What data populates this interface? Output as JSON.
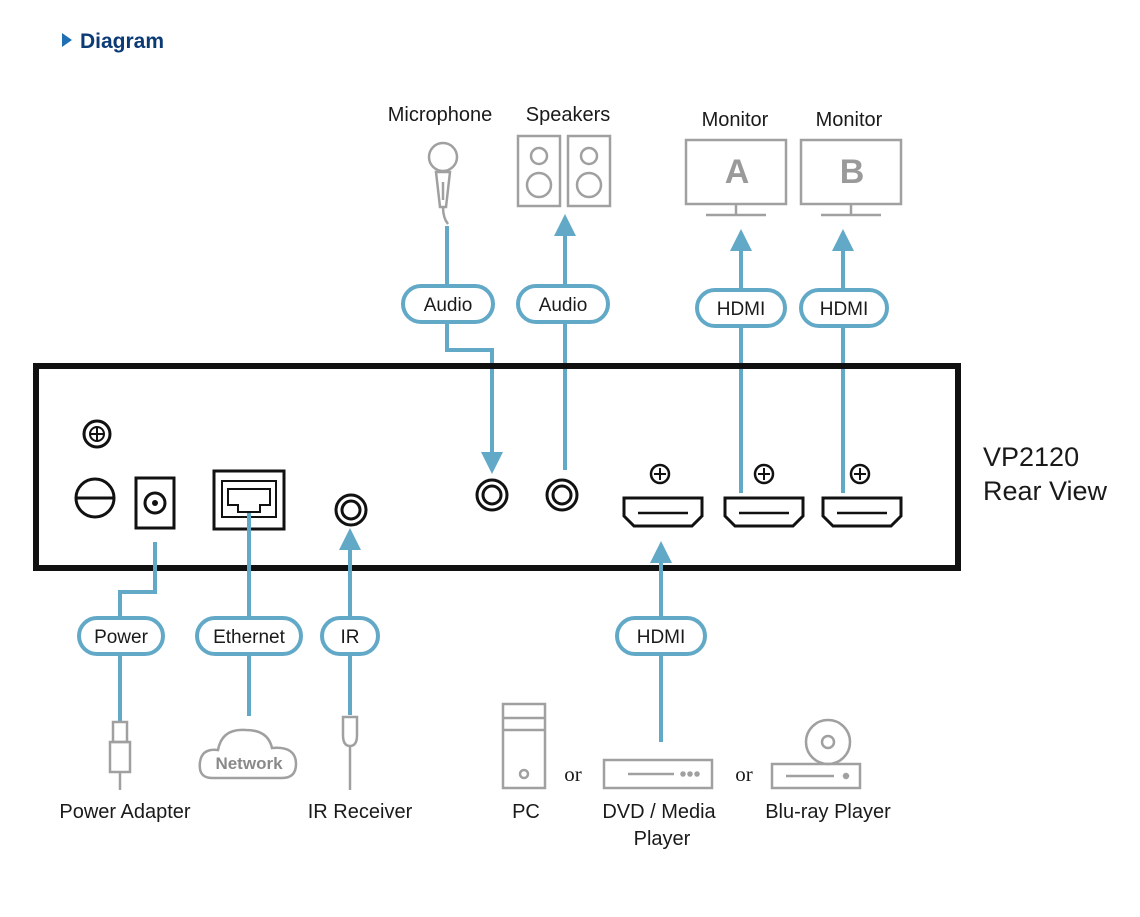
{
  "heading": "Diagram",
  "device": {
    "model": "VP2120",
    "view": "Rear View"
  },
  "colors": {
    "cable": "#62a9c8",
    "heading": "#0b3a75",
    "device_outline": "#111111",
    "peripheral": "#a0a0a0"
  },
  "top_devices": {
    "microphone": "Microphone",
    "speakers": "Speakers",
    "monitor_a": {
      "label": "Monitor",
      "letter": "A"
    },
    "monitor_b": {
      "label": "Monitor",
      "letter": "B"
    }
  },
  "cables_top": {
    "mic": "Audio",
    "speakers": "Audio",
    "hdmi_a": "HDMI",
    "hdmi_b": "HDMI"
  },
  "cables_bottom": {
    "power": "Power",
    "ethernet": "Ethernet",
    "ir": "IR",
    "hdmi_in": "HDMI"
  },
  "bottom_devices": {
    "power_adapter": "Power Adapter",
    "network": "Network",
    "ir_receiver": "IR Receiver",
    "pc": "PC",
    "or1": "or",
    "dvd_line1": "DVD / Media",
    "dvd_line2": "Player",
    "or2": "or",
    "bluray": "Blu-ray Player"
  },
  "icons": [
    "play-triangle-icon",
    "microphone-icon",
    "speaker-icon",
    "monitor-icon",
    "ground-screw-icon",
    "power-jack-icon",
    "rj45-port-icon",
    "ir-port-icon",
    "audio-jack-icon",
    "hdmi-port-icon",
    "plug-icon",
    "cloud-icon",
    "pc-tower-icon",
    "media-player-icon",
    "bluray-player-icon"
  ]
}
